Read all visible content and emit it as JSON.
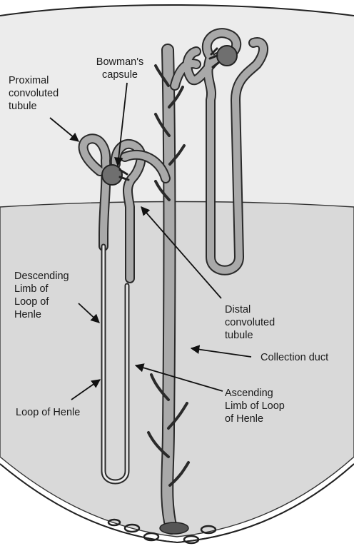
{
  "labels": {
    "proximal": "Proximal\nconvoluted\ntubule",
    "bowman": "Bowman's\ncapsule",
    "descending": "Descending\nLimb of\nLoop of\nHenle",
    "distal": "Distal\nconvoluted\ntubule",
    "collection": "Collection duct",
    "ascending": "Ascending\nLimb of Loop\nof Henle",
    "loop": "Loop of Henle"
  },
  "colors": {
    "tubule_fill": "#a9a9a9",
    "tubule_outline": "#2a2a2a",
    "glomerulus": "#6f6f6f",
    "medulla": "#d9d9d9",
    "cortex": "#ececec",
    "line": "#111111"
  }
}
